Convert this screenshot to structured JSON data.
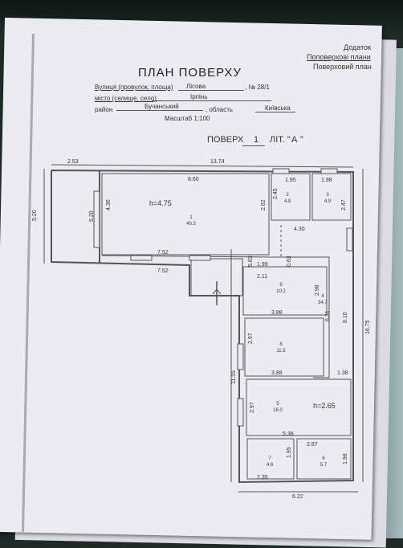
{
  "header": {
    "addendum": "Додаток",
    "line2": "Поповерхові плани",
    "line3": "Поверховий план",
    "title": "ПЛАН ПОВЕРХУ",
    "street_label": "Вулиця (провулок, площа)",
    "street_value": "Лісова",
    "number_label": ", № 28/1",
    "city_label": "місто (селище, село)",
    "city_value": "Ірпінь",
    "district_label": "район",
    "district_value": "Бучанський",
    "region_label": ", область",
    "region_value": "Київська",
    "scale": "Масштаб 1:100",
    "floor_label": "ПОВЕРХ",
    "floor_value": "1",
    "letter_label": "ЛІТ. \"",
    "letter_value": "А",
    "letter_close": "\""
  },
  "plan": {
    "dims": {
      "d253": "2.53",
      "d1374": "13.74",
      "d520a": "5.20",
      "d520b": "5.20",
      "d436": "4.36",
      "d860": "8.60",
      "d262": "2.62",
      "d195a": "1.95",
      "d198a": "1.98",
      "d245": "2.45",
      "d247": "2.47",
      "d430": "4.30",
      "d752a": "7.52",
      "d752b": "7.52",
      "d563": "5.63",
      "d199": "1.99",
      "d211": "2.11",
      "d063": "0.63",
      "d298": "2.98",
      "d631": "6.31",
      "d810": "8.10",
      "d1675": "16.75",
      "d388a": "3.88",
      "d297a": "2.97",
      "d388b": "3.88",
      "d138": "1.38",
      "d1155": "11.55",
      "d297b": "2.97",
      "d538": "5.38",
      "d287": "2.87",
      "d195b": "1.95",
      "d198b": "1.98",
      "d235": "2.35",
      "d622": "6.22"
    },
    "heights": {
      "h1": "h=4.75",
      "h2": "h=2.65"
    },
    "rooms": {
      "r1n": "1",
      "r1a": "40.3",
      "r2n": "2",
      "r2a": "4.8",
      "r3n": "3",
      "r3a": "4.9",
      "r4n": "4",
      "r4a": "34.7",
      "r5n": "5",
      "r5a": "16.0",
      "r6n": "6",
      "r6a": "5.7",
      "r7n": "7",
      "r7a": "4.6",
      "r8n": "8",
      "r8a": "11.5",
      "r9n": "9",
      "r9a": "10.2"
    }
  }
}
